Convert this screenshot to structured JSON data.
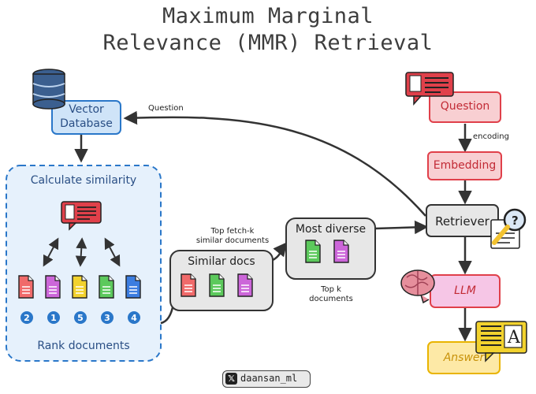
{
  "title": {
    "line1": "Maximum Marginal",
    "line2": "Relevance (MMR) Retrieval"
  },
  "nodes": {
    "vector_db": "Vector\nDatabase",
    "question": "Question",
    "embedding": "Embedding",
    "retriever": "Retriever",
    "llm": "LLM",
    "answer": "Answer",
    "calc_similarity": "Calculate similarity",
    "rank_documents": "Rank documents",
    "similar_docs": "Similar docs",
    "most_diverse": "Most diverse"
  },
  "edge_labels": {
    "question": "Question",
    "encoding": "encoding",
    "top_fetch_k": "Top fetch-k\nsimilar documents",
    "top_k": "Top k\ndocuments"
  },
  "rank_numbers": [
    "2",
    "1",
    "5",
    "3",
    "4"
  ],
  "footer": {
    "handle": "daansan_ml"
  },
  "colors": {
    "blue": "#2a77c9",
    "blue_fill": "#cfe4f8",
    "red": "#e0404a",
    "red_fill": "#f8cfd2",
    "gray_fill": "#e7e7e7",
    "yellow_fill": "#fde9a6",
    "yellow": "#e9b400",
    "doc_red": "#f06a6a",
    "doc_purple": "#cc66d9",
    "doc_yellow": "#f2d22e",
    "doc_green": "#5cc95c",
    "doc_blue": "#3b7de0",
    "dark": "#333333"
  },
  "icons": [
    "database-icon",
    "chat-document-icon",
    "search-document-icon",
    "brain-icon",
    "answer-document-icon",
    "x-logo-icon"
  ]
}
